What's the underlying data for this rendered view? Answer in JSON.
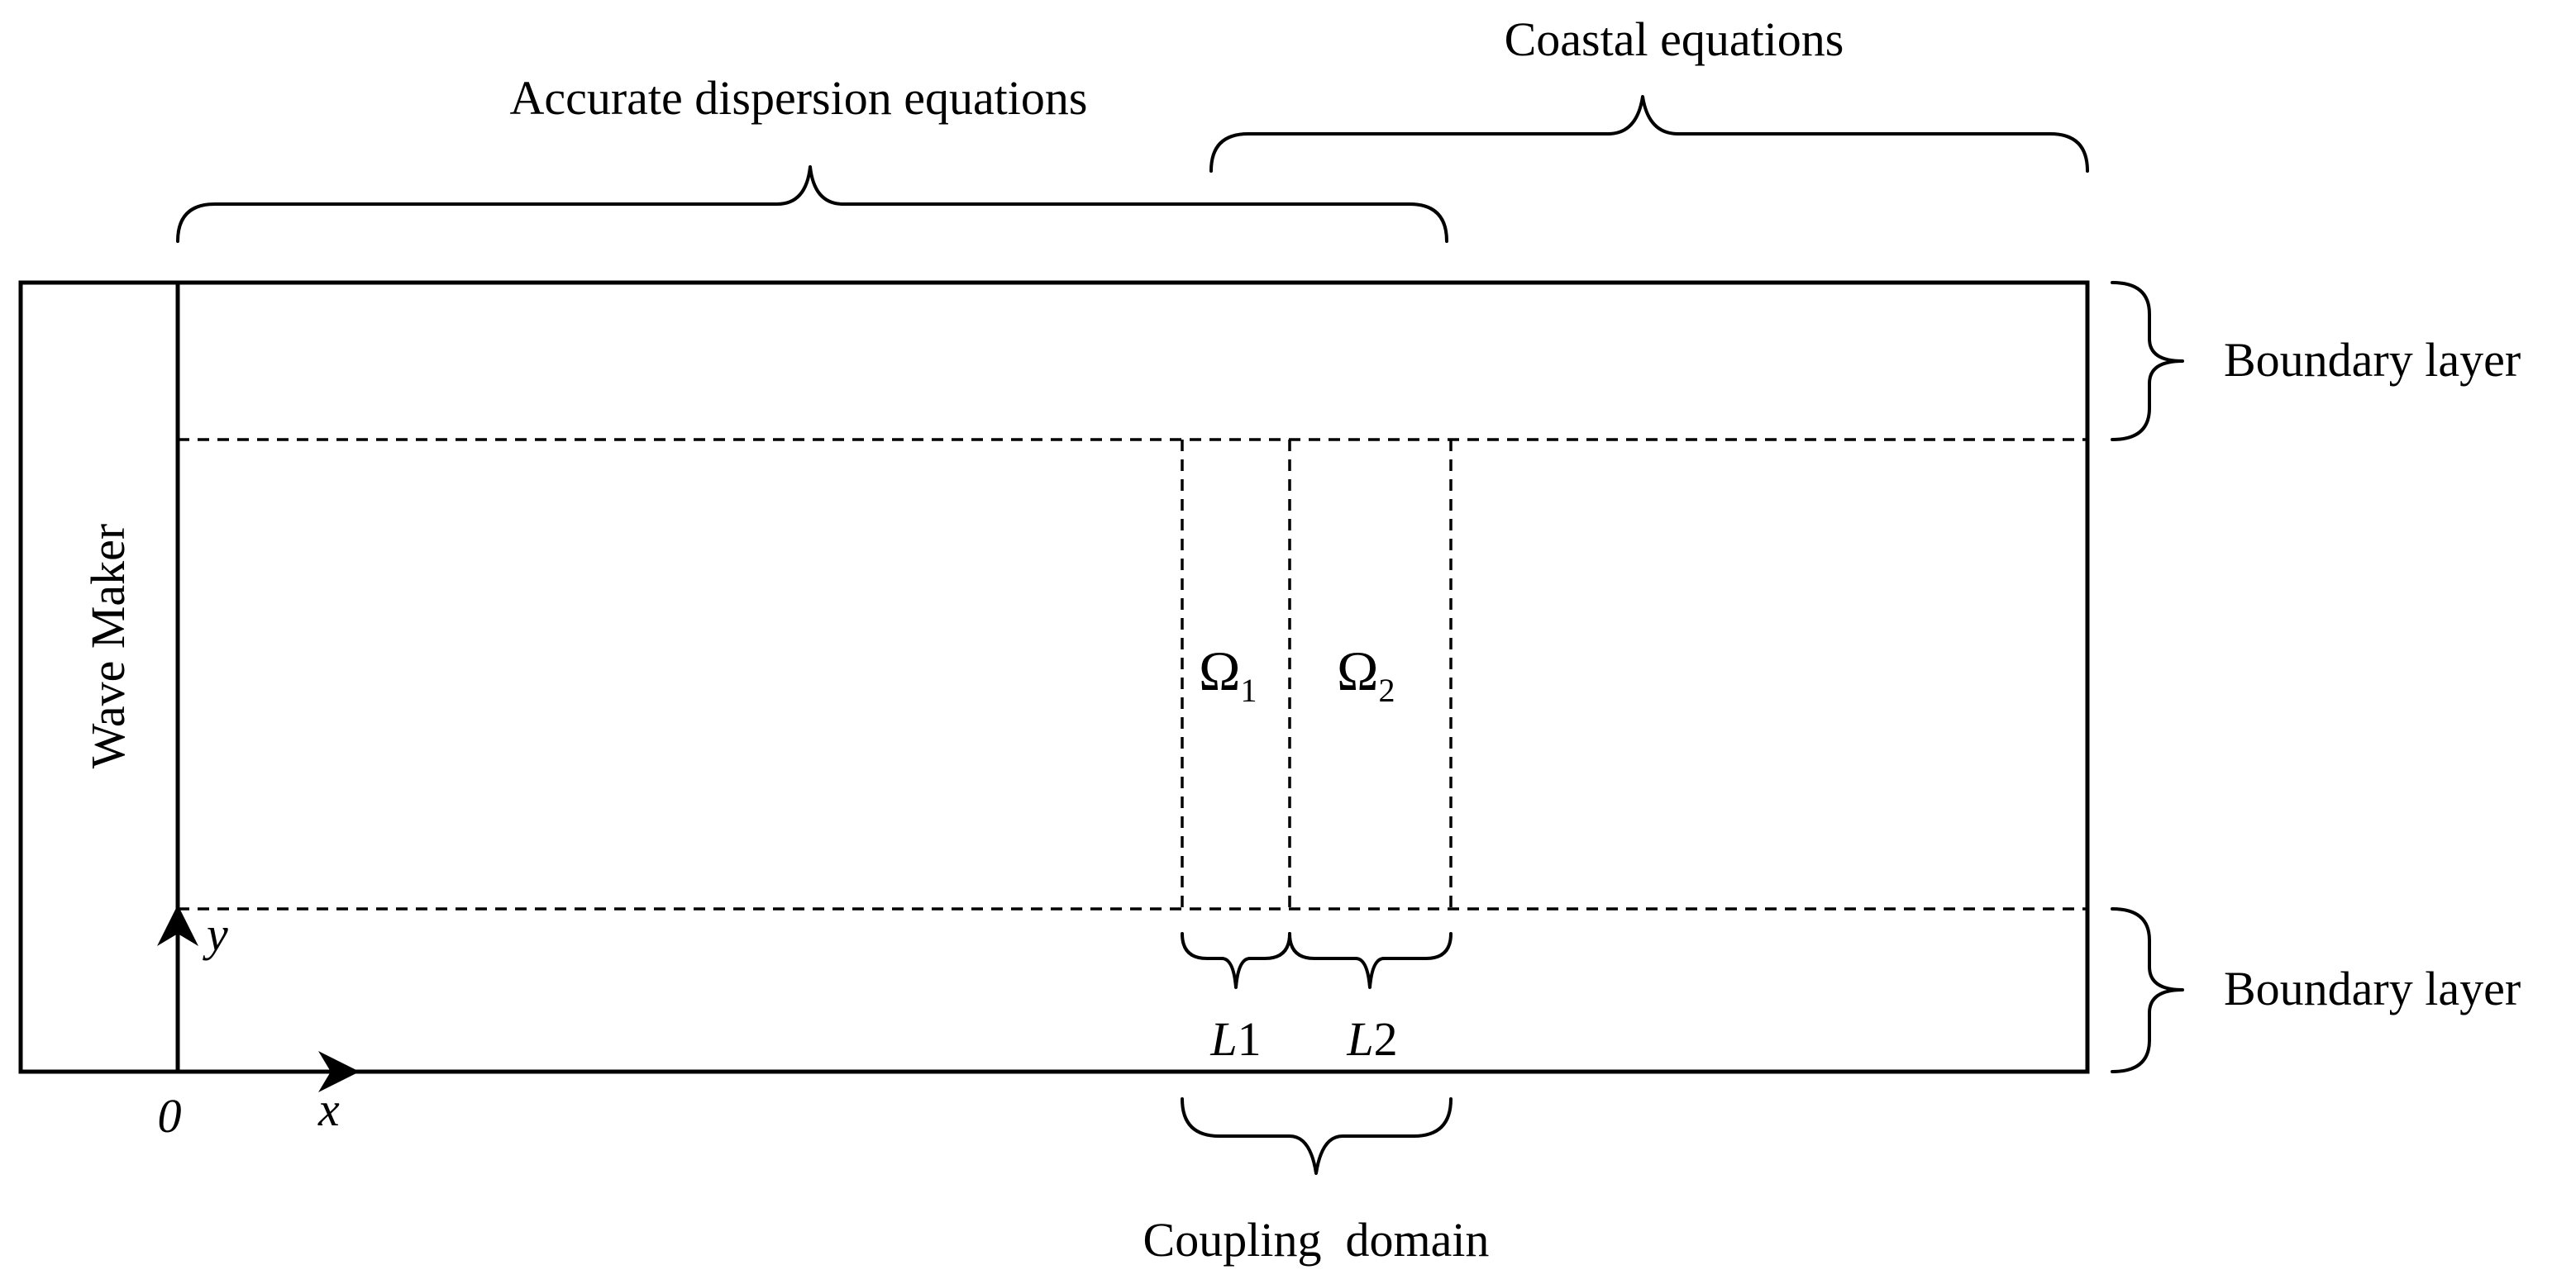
{
  "labels": {
    "accurate_dispersion": "Accurate dispersion equations",
    "coastal": "Coastal equations",
    "boundary_layer_top": "Boundary layer",
    "boundary_layer_bottom": "Boundary layer",
    "wave_maker": "Wave Maker",
    "omega": "Ω",
    "omega1_sub": "1",
    "omega2_sub": "2",
    "L1_letter": "L",
    "L1_num": "1",
    "L2_letter": "L",
    "L2_num": "2",
    "y_axis": "y",
    "x_axis": "x",
    "origin": "0",
    "coupling_domain": "Coupling  domain"
  }
}
